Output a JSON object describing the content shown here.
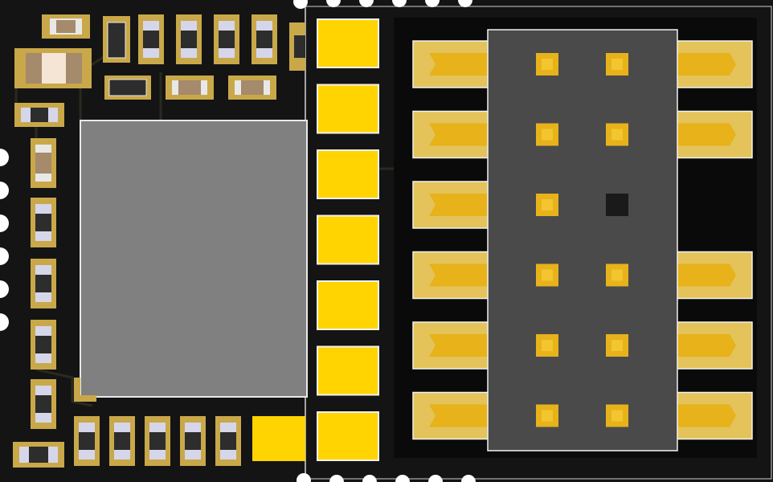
{
  "diagram": {
    "type": "pcb-render",
    "colors": {
      "background": "#ffffff",
      "substrate": "#141414",
      "copper": "#c9a84a",
      "pad_gold": "#ffd400",
      "connector_pad": "#e3c35a",
      "pin": "#e7b21a",
      "connector_body": "#4a4a4a",
      "module_shield": "#808080",
      "silkscreen": "#f2f2f2",
      "capacitor_body": "#a58a6b",
      "resistor_body": "#2d2d2d"
    },
    "connector": {
      "rows": 6,
      "columns": 2,
      "missing_pin": {
        "row": 3,
        "column": 2
      }
    },
    "castellated_pads": 7
  }
}
